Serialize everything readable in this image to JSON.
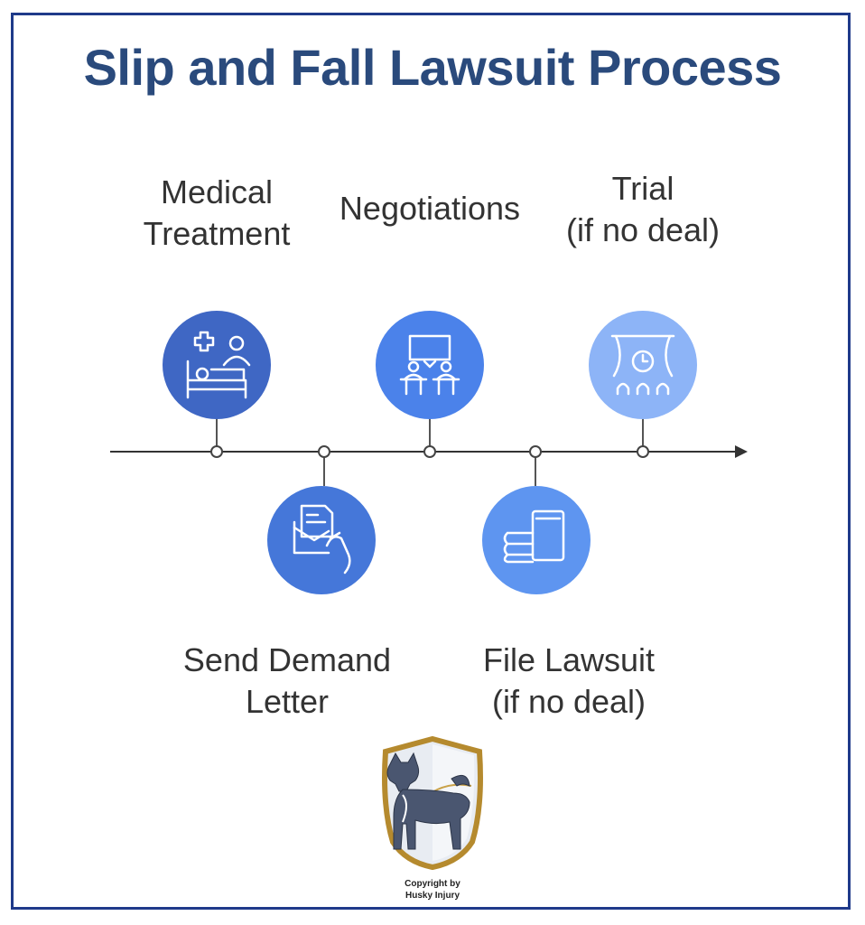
{
  "title": "Slip and Fall Lawsuit Process",
  "steps": [
    {
      "label": "Medical\nTreatment",
      "icon": "hospital-bed-icon",
      "color": "#3f67c4"
    },
    {
      "label": "Send Demand\nLetter",
      "icon": "letter-in-hand-icon",
      "color": "#4577d9"
    },
    {
      "label": "Negotiations",
      "icon": "negotiation-table-icon",
      "color": "#4b82ea"
    },
    {
      "label": "File Lawsuit\n(if no deal)",
      "icon": "file-stack-icon",
      "color": "#5e95f0"
    },
    {
      "label": "Trial\n(if no deal)",
      "icon": "courtroom-clock-icon",
      "color": "#8db4f7"
    }
  ],
  "logo": {
    "icon": "husky-shield-logo",
    "text": "Copyright by\nHusky Injury"
  }
}
